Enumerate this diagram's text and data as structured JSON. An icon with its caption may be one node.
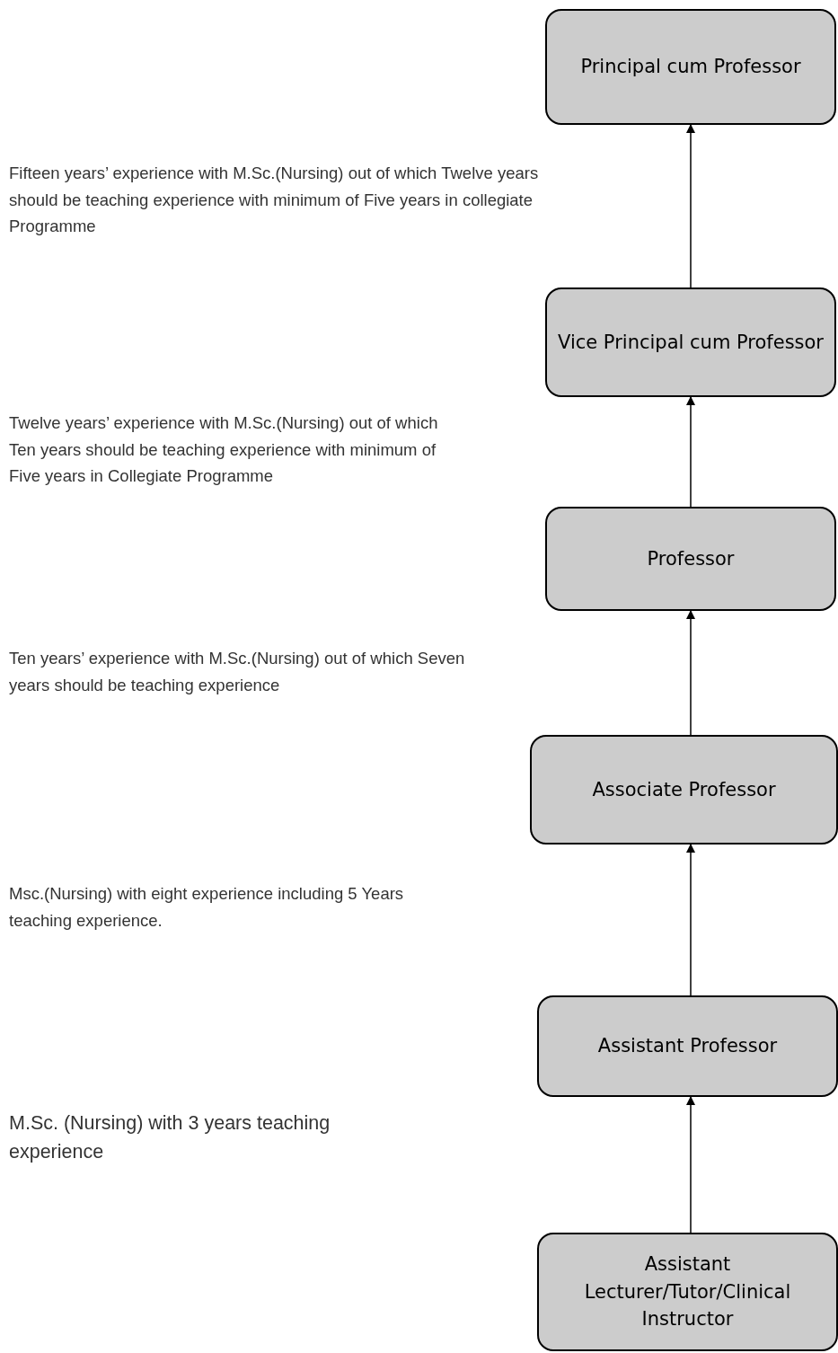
{
  "diagram": {
    "nodes": [
      {
        "text": [
          "Principal cum Professor"
        ]
      },
      {
        "text": [
          "Vice Principal cum Professor"
        ]
      },
      {
        "text": [
          "Professor"
        ]
      },
      {
        "text": [
          "Associate Professor"
        ]
      },
      {
        "text": [
          "Assistant Professor"
        ]
      },
      {
        "text": [
          "Assistant Lecturer/Tutor/Clinical Instructor"
        ]
      }
    ],
    "edges": [
      {
        "from": 1,
        "to": 0,
        "arrow": "to"
      },
      {
        "from": 2,
        "to": 1,
        "arrow": "to"
      },
      {
        "from": 3,
        "to": 2,
        "arrow": "to"
      },
      {
        "from": 4,
        "to": 3,
        "arrow": "to"
      },
      {
        "from": 5,
        "to": 4,
        "arrow": "to"
      }
    ],
    "labels": [
      "Fifteen years’ experience with M.Sc.(Nursing) out of which Twelve years should be teaching experience with minimum of Five years in collegiate Programme",
      "Twelve years’ experience with M.Sc.(Nursing) out of which Ten years should be teaching experience with minimum of Five years in Collegiate Programme",
      "Ten years’ experience with M.Sc.(Nursing) out of which Seven years should be teaching experience",
      "Msc.(Nursing) with eight experience including 5 Years teaching experience.",
      "M.Sc. (Nursing) with 3 years teaching experience"
    ]
  }
}
